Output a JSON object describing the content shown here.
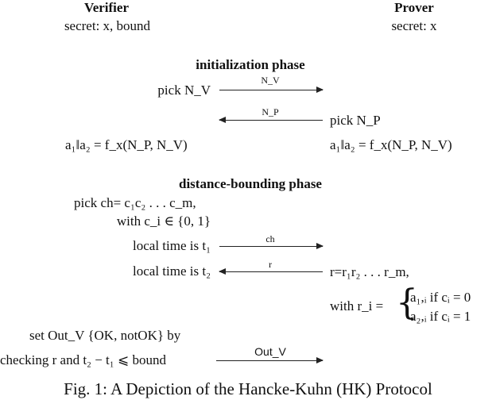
{
  "verifier": {
    "title": "Verifier",
    "secret": "secret: x, bound"
  },
  "prover": {
    "title": "Prover",
    "secret": "secret: x"
  },
  "init_phase": {
    "title": "initialization phase",
    "pick_nv": "pick N_V",
    "arrow1_label": "N_V",
    "arrow2_label": "N_P",
    "pick_np": "pick N_P",
    "verifier_key": "a₁‖a₂ = f_x(N_P, N_V)",
    "prover_key": "a₁‖a₂ = f_x(N_P, N_V)"
  },
  "db_phase": {
    "title": "distance-bounding phase",
    "pick_ch": "pick ch= c₁c₂ . . . c_m,",
    "with_ci": "with c_i ∈ {0, 1}",
    "local_t1": "local time is t₁",
    "arrow3_label": "ch",
    "local_t2": "local time is t₂",
    "arrow4_label": "r",
    "r_def": "r=r₁r₂ . . . r_m,",
    "with_ri": "with r_i =",
    "case1": "a₁,ᵢ if cᵢ = 0",
    "case2": "a₂,ᵢ if cᵢ = 1",
    "set_out": "set Out_V {OK, notOK} by",
    "checking": "checking r and t₂ − t₁ ⩽ bound",
    "arrow5_label": "Out_V"
  },
  "caption": "Fig. 1: A Depiction of the Hancke-Kuhn (HK) Protocol"
}
